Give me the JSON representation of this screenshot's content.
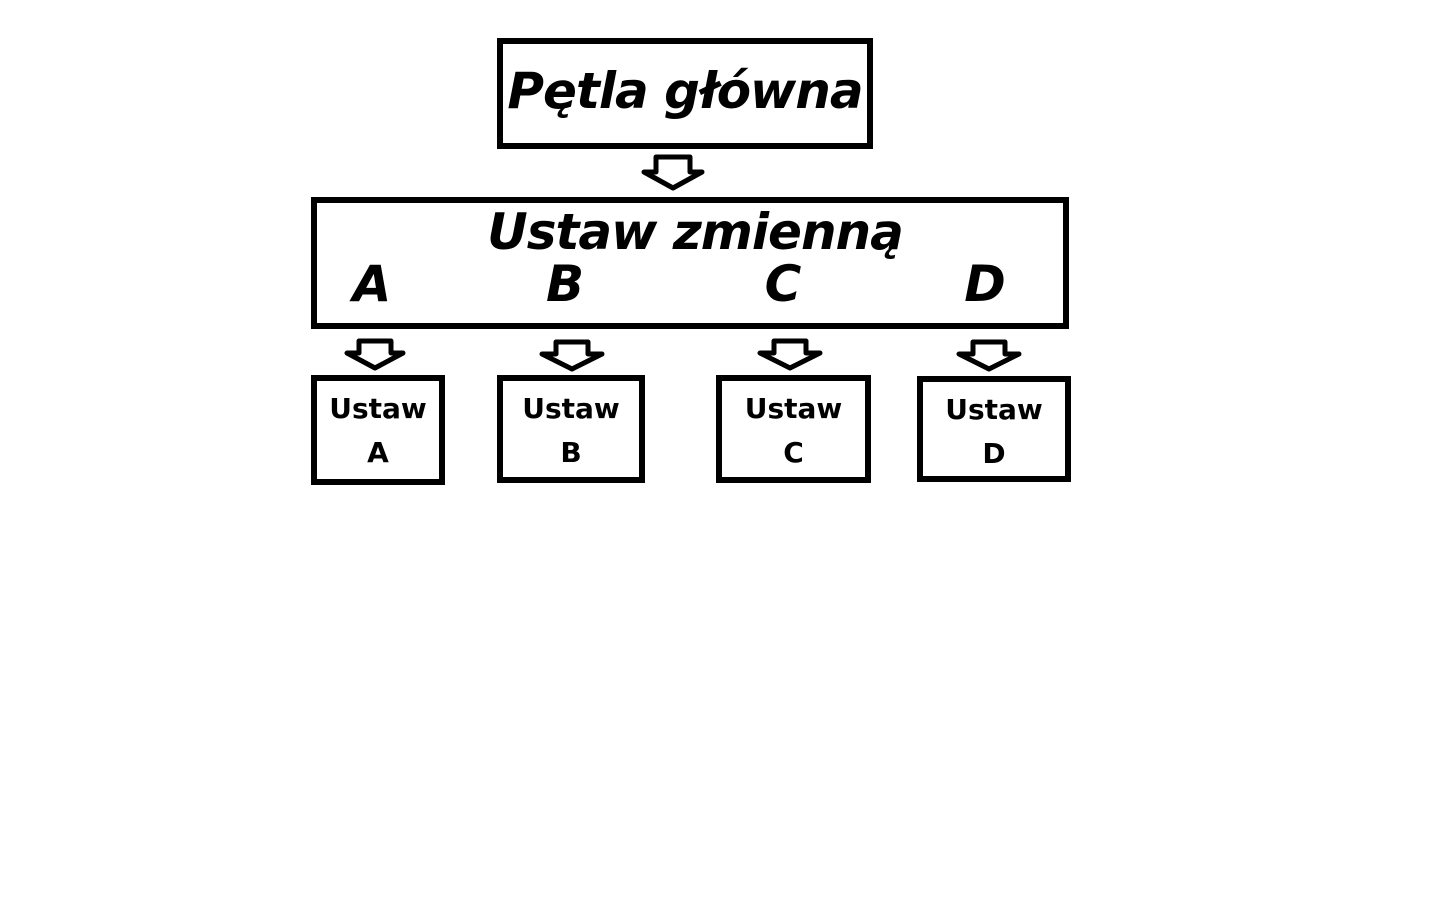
{
  "main_loop": {
    "label": "Pętla główna"
  },
  "switch": {
    "label": "Ustaw zmienną",
    "cases": [
      "A",
      "B",
      "C",
      "D"
    ]
  },
  "leaves": [
    {
      "line1": "Ustaw",
      "line2": "A"
    },
    {
      "line1": "Ustaw",
      "line2": "B"
    },
    {
      "line1": "Ustaw",
      "line2": "C"
    },
    {
      "line1": "Ustaw",
      "line2": "D"
    }
  ]
}
